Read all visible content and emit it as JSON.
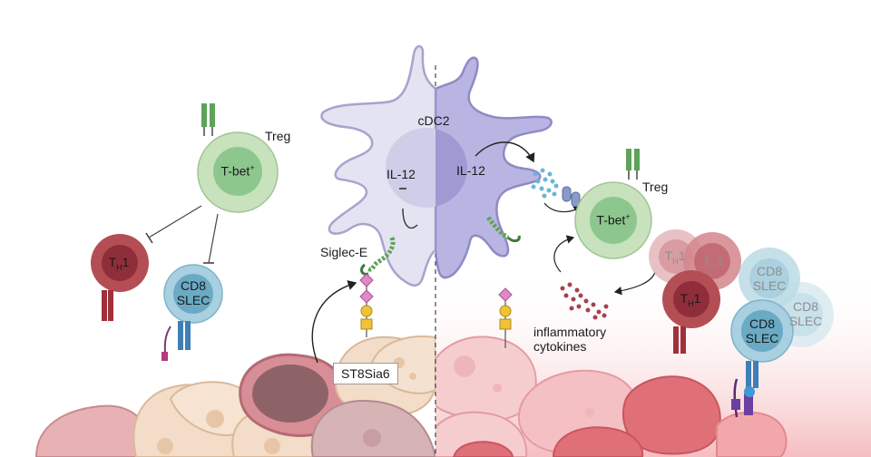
{
  "labels": {
    "cdc2": "cDC2",
    "il12": "IL-12",
    "treg": "Treg",
    "tbet": "T-bet",
    "tbet_sup": "+",
    "th1_main": "T",
    "th1_sub": "H",
    "th1_tail": "1",
    "cd8": "CD8",
    "slec": "SLEC",
    "siglec_e": "Siglec-E",
    "st8sia6": "ST8Sia6",
    "inflammatory": "inflammatory",
    "cytokines": "cytokines"
  },
  "colors": {
    "cdc_left_fill": "#e4e3f2",
    "cdc_right_fill": "#b9b5e2",
    "cdc_outline": "#9f9acb",
    "treg_outer": "#c8e2bd",
    "treg_inner": "#8dc78e",
    "th1_outer": "#b44e55",
    "th1_inner": "#8f2e3a",
    "cd8_outer": "#a8d0e0",
    "cd8_inner": "#6aaac4",
    "tissue_left": "#f3dcc8",
    "tissue_right": "#f0a4a6",
    "receptor_green": "#5da358"
  },
  "icons": [
    "receptor-icon",
    "siglec-receptor-icon",
    "glycan-chain-icon",
    "cytokine-cluster-icon",
    "inhibition-arrow-icon",
    "activation-arrow-icon"
  ]
}
